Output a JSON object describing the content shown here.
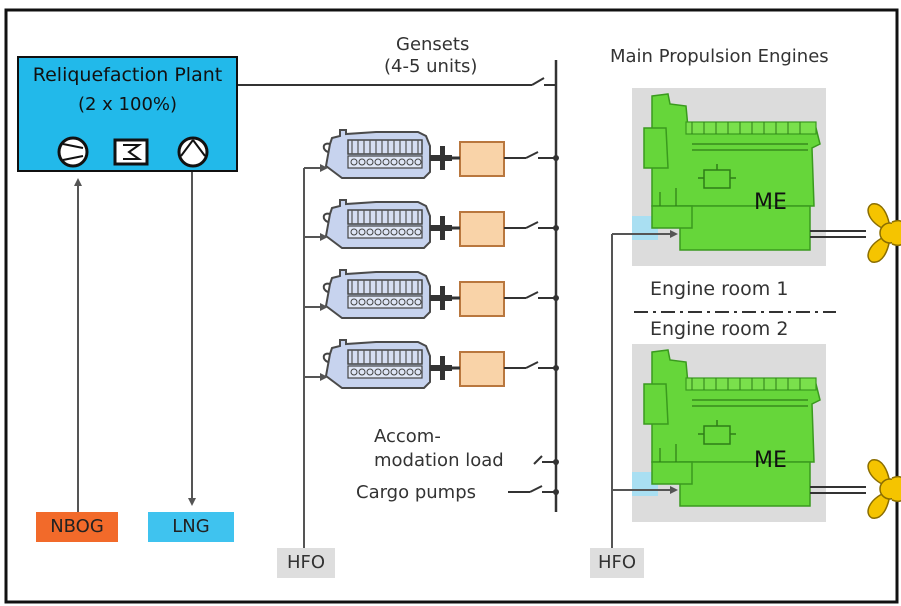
{
  "reliquefaction_plant": {
    "title": "Reliquefaction Plant",
    "capacity": "(2 x 100%)"
  },
  "gensets": {
    "title": "Gensets",
    "units": "(4-5 units)"
  },
  "main_engines": {
    "title": "Main Propulsion Engines",
    "engine_label": "ME"
  },
  "engine_rooms": {
    "room1": "Engine room 1",
    "room2": "Engine room 2"
  },
  "loads": {
    "accommodation_line1": "Accom-",
    "accommodation_line2": "modation load",
    "cargo_pumps": "Cargo pumps"
  },
  "inputs": {
    "nbog": "NBOG",
    "lng": "LNG",
    "hfo_gensets": "HFO",
    "hfo_engines": "HFO"
  },
  "colors": {
    "plant": "#22b9ea",
    "nbog": "#f26a2a",
    "lng": "#3fc3ef",
    "hfo": "#dedede",
    "engine_green": "#66d63a",
    "propeller": "#f5c400",
    "genset_engine": "#c7d3ee",
    "generator": "#f9d3a8"
  }
}
